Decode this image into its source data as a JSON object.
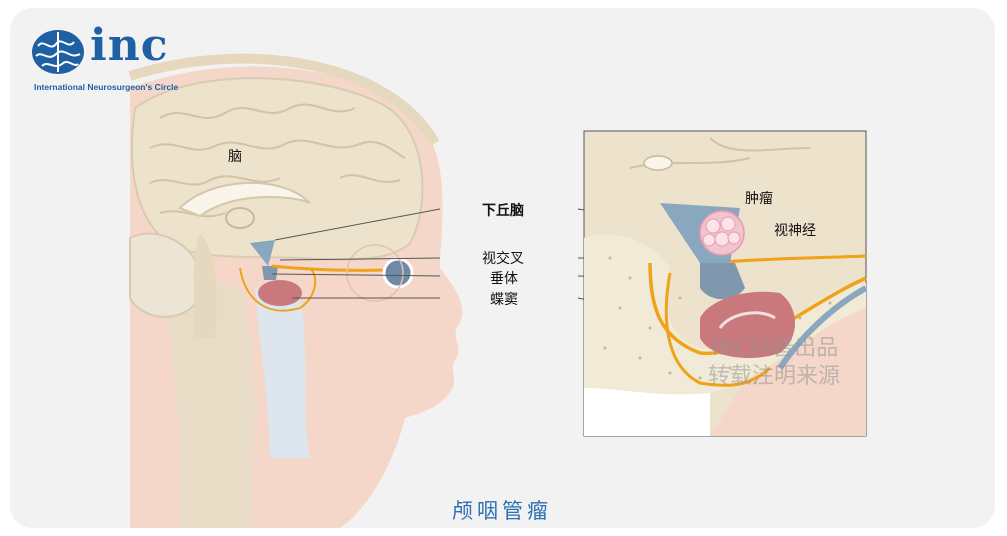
{
  "logo": {
    "brand": "inc",
    "subtitle": "International Neurosurgeon's Circle"
  },
  "labels": {
    "brain": "脑",
    "hypothalamus": "下丘脑",
    "optic_chiasm": "视交叉",
    "pituitary": "垂体",
    "sphenoid_sinus": "蝶窦",
    "tumor": "肿瘤",
    "optic_nerve": "视神经"
  },
  "watermark": {
    "line1": "INC科普出品",
    "line2": "转载注明来源"
  },
  "title": "颅咽管瘤",
  "colors": {
    "brand_blue": "#1f5fa3",
    "title_blue": "#2d6fb3",
    "brain": "#ede2cc",
    "skin": "#f4d7c8",
    "optic_yellow": "#f0a21a",
    "sinus_pink": "#c9787c",
    "tumor_pink": "#f3c4d0",
    "pituitary_blue": "#8aa7c0"
  }
}
